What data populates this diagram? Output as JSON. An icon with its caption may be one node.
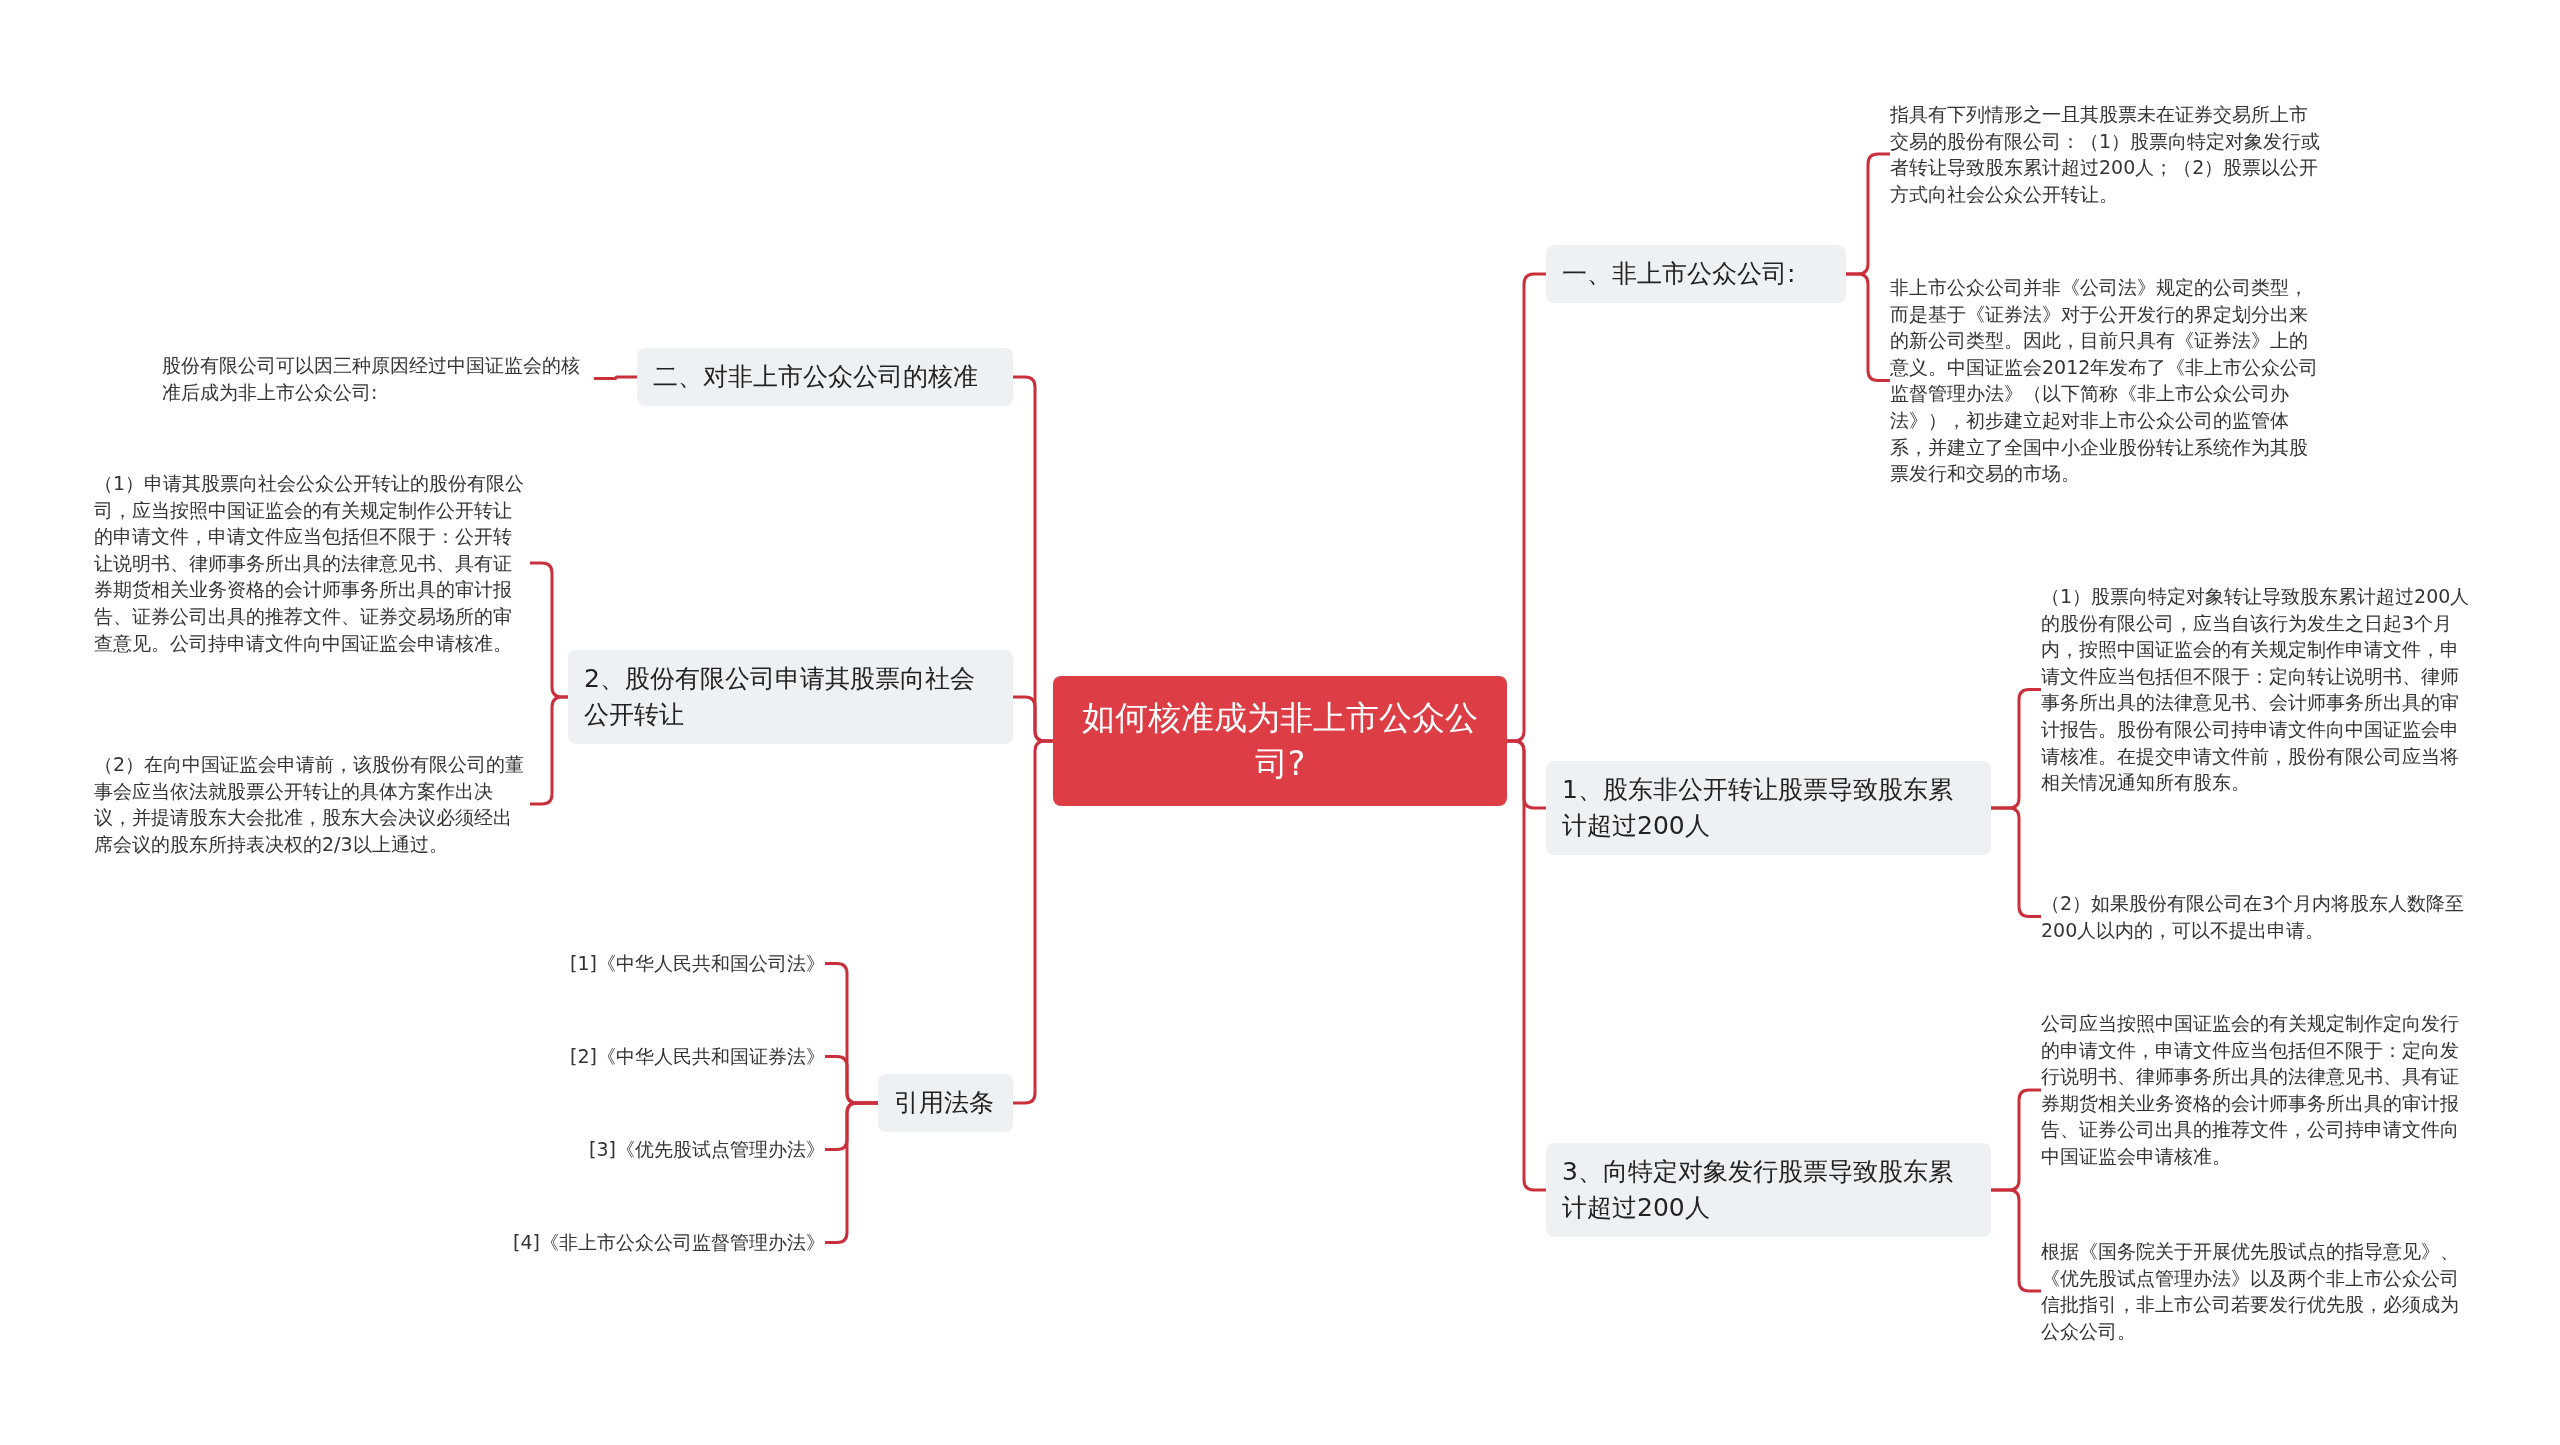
{
  "diagram": {
    "nodes": [
      {
        "text": [
          "如何核准成为非上市公众公司?"
        ]
      },
      {
        "text": [
          "二、对非上市公众公司的核准"
        ]
      },
      {
        "text": [
          "股份有限公司可以因三种原因经过中国证监会的核准后成为非上市公众公司:"
        ]
      },
      {
        "text": [
          "2、股份有限公司申请其股票向社会公开转让"
        ]
      },
      {
        "text": [
          "（1）申请其股票向社会公众公开转让的股份有限公司，应当按照中国证监会的有关规定制作公开转让的申请文件，申请文件应当包括但不限于：公开转让说明书、律师事务所出具的法律意见书、具有证券期货相关业务资格的会计师事务所出具的审计报告、证券公司出具的推荐文件、证券交易场所的审查意见。公司持申请文件向中国证监会申请核准。"
        ]
      },
      {
        "text": [
          "（2）在向中国证监会申请前，该股份有限公司的董事会应当依法就股票公开转让的具体方案作出决议，并提请股东大会批准，股东大会决议必须经出席会议的股东所持表决权的2/3以上通过。"
        ]
      },
      {
        "text": [
          "引用法条"
        ]
      },
      {
        "text": [
          "[1]《中华人民共和国公司法》"
        ]
      },
      {
        "text": [
          "[2]《中华人民共和国证券法》"
        ]
      },
      {
        "text": [
          "[3]《优先股试点管理办法》"
        ]
      },
      {
        "text": [
          "[4]《非上市公众公司监督管理办法》"
        ]
      },
      {
        "text": [
          "一、非上市公众公司:"
        ]
      },
      {
        "text": [
          "指具有下列情形之一且其股票未在证券交易所上市交易的股份有限公司：（1）股票向特定对象发行或者转让导致股东累计超过200人；（2）股票以公开方式向社会公众公开转让。"
        ]
      },
      {
        "text": [
          "非上市公众公司并非《公司法》规定的公司类型，而是基于《证券法》对于公开发行的界定划分出来的新公司类型。因此，目前只具有《证券法》上的意义。中国证监会2012年发布了《非上市公众公司监督管理办法》（以下简称《非上市公众公司办法》），初步建立起对非上市公众公司的监管体系，并建立了全国中小企业股份转让系统作为其股票发行和交易的市场。"
        ]
      },
      {
        "text": [
          "1、股东非公开转让股票导致股东累计超过200人"
        ]
      },
      {
        "text": [
          "（1）股票向特定对象转让导致股东累计超过200人的股份有限公司，应当自该行为发生之日起3个月内，按照中国证监会的有关规定制作申请文件，申请文件应当包括但不限于：定向转让说明书、律师事务所出具的法律意见书、会计师事务所出具的审计报告。股份有限公司持申请文件向中国证监会申请核准。在提交申请文件前，股份有限公司应当将相关情况通知所有股东。"
        ]
      },
      {
        "text": [
          "（2）如果股份有限公司在3个月内将股东人数降至200人以内的，可以不提出申请。"
        ]
      },
      {
        "text": [
          "3、向特定对象发行股票导致股东累计超过200人"
        ]
      },
      {
        "text": [
          "公司应当按照中国证监会的有关规定制作定向发行的申请文件，申请文件应当包括但不限于：定向发行说明书、律师事务所出具的法律意见书、具有证券期货相关业务资格的会计师事务所出具的审计报告、证券公司出具的推荐文件，公司持申请文件向中国证监会申请核准。"
        ]
      },
      {
        "text": [
          "根据《国务院关于开展优先股试点的指导意见》、《优先股试点管理办法》以及两个非上市公众公司信批指引，非上市公司若要发行优先股，必须成为公众公司。"
        ]
      }
    ],
    "edges": [
      {
        "from": 0,
        "to": 1,
        "arrow": "none"
      },
      {
        "from": 1,
        "to": 2,
        "arrow": "none"
      },
      {
        "from": 0,
        "to": 3,
        "arrow": "none"
      },
      {
        "from": 3,
        "to": 4,
        "arrow": "none"
      },
      {
        "from": 3,
        "to": 5,
        "arrow": "none"
      },
      {
        "from": 0,
        "to": 6,
        "arrow": "none"
      },
      {
        "from": 6,
        "to": 7,
        "arrow": "none"
      },
      {
        "from": 6,
        "to": 8,
        "arrow": "none"
      },
      {
        "from": 6,
        "to": 9,
        "arrow": "none"
      },
      {
        "from": 6,
        "to": 10,
        "arrow": "none"
      },
      {
        "from": 0,
        "to": 11,
        "arrow": "none"
      },
      {
        "from": 11,
        "to": 12,
        "arrow": "none"
      },
      {
        "from": 11,
        "to": 13,
        "arrow": "none"
      },
      {
        "from": 0,
        "to": 14,
        "arrow": "none"
      },
      {
        "from": 14,
        "to": 15,
        "arrow": "none"
      },
      {
        "from": 14,
        "to": 16,
        "arrow": "none"
      },
      {
        "from": 0,
        "to": 17,
        "arrow": "none"
      },
      {
        "from": 17,
        "to": 18,
        "arrow": "none"
      },
      {
        "from": 17,
        "to": 19,
        "arrow": "none"
      }
    ]
  }
}
